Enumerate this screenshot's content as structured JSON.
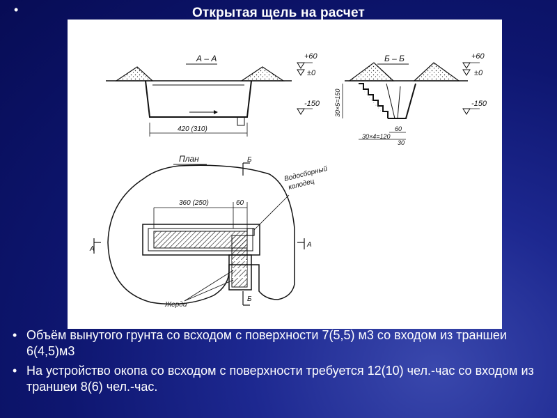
{
  "slide": {
    "title": "Открытая щель на расчет",
    "title_bullet": "•",
    "bullet_glyph": "•",
    "bullets": [
      "Объём вынутого грунта  со всходом с поверхности 7(5,5) м3 со входом из траншеи 6(4,5)м3",
      "На устройство окопа со всходом с поверхности требуется 12(10) чел.-час со входом из траншеи 8(6) чел.-час."
    ]
  },
  "drawing": {
    "section_aa": {
      "label": "А – А",
      "level_top": "+60",
      "level_zero": "±0",
      "level_bottom": "-150",
      "width_dim": "420 (310)"
    },
    "section_bb": {
      "label": "Б – Б",
      "level_top": "+60",
      "level_zero": "±0",
      "level_bottom": "-150",
      "height_dim": "30×5=150",
      "steps_dim": "30×4=120",
      "dim_60": "60",
      "dim_30": "30"
    },
    "plan": {
      "label": "План",
      "cut_b_top": "Б",
      "cut_b_bottom": "Б",
      "cut_a_left": "А",
      "cut_a_right": "А",
      "length_dim": "360 (250)",
      "dim_60": "60",
      "well_label_1": "Водосборный",
      "well_label_2": "колодец",
      "poles_label": "Жерди"
    }
  },
  "colors": {
    "background": "#0e1670",
    "text": "#ffffff",
    "drawing_bg": "#ffffff",
    "ink": "#111111"
  }
}
